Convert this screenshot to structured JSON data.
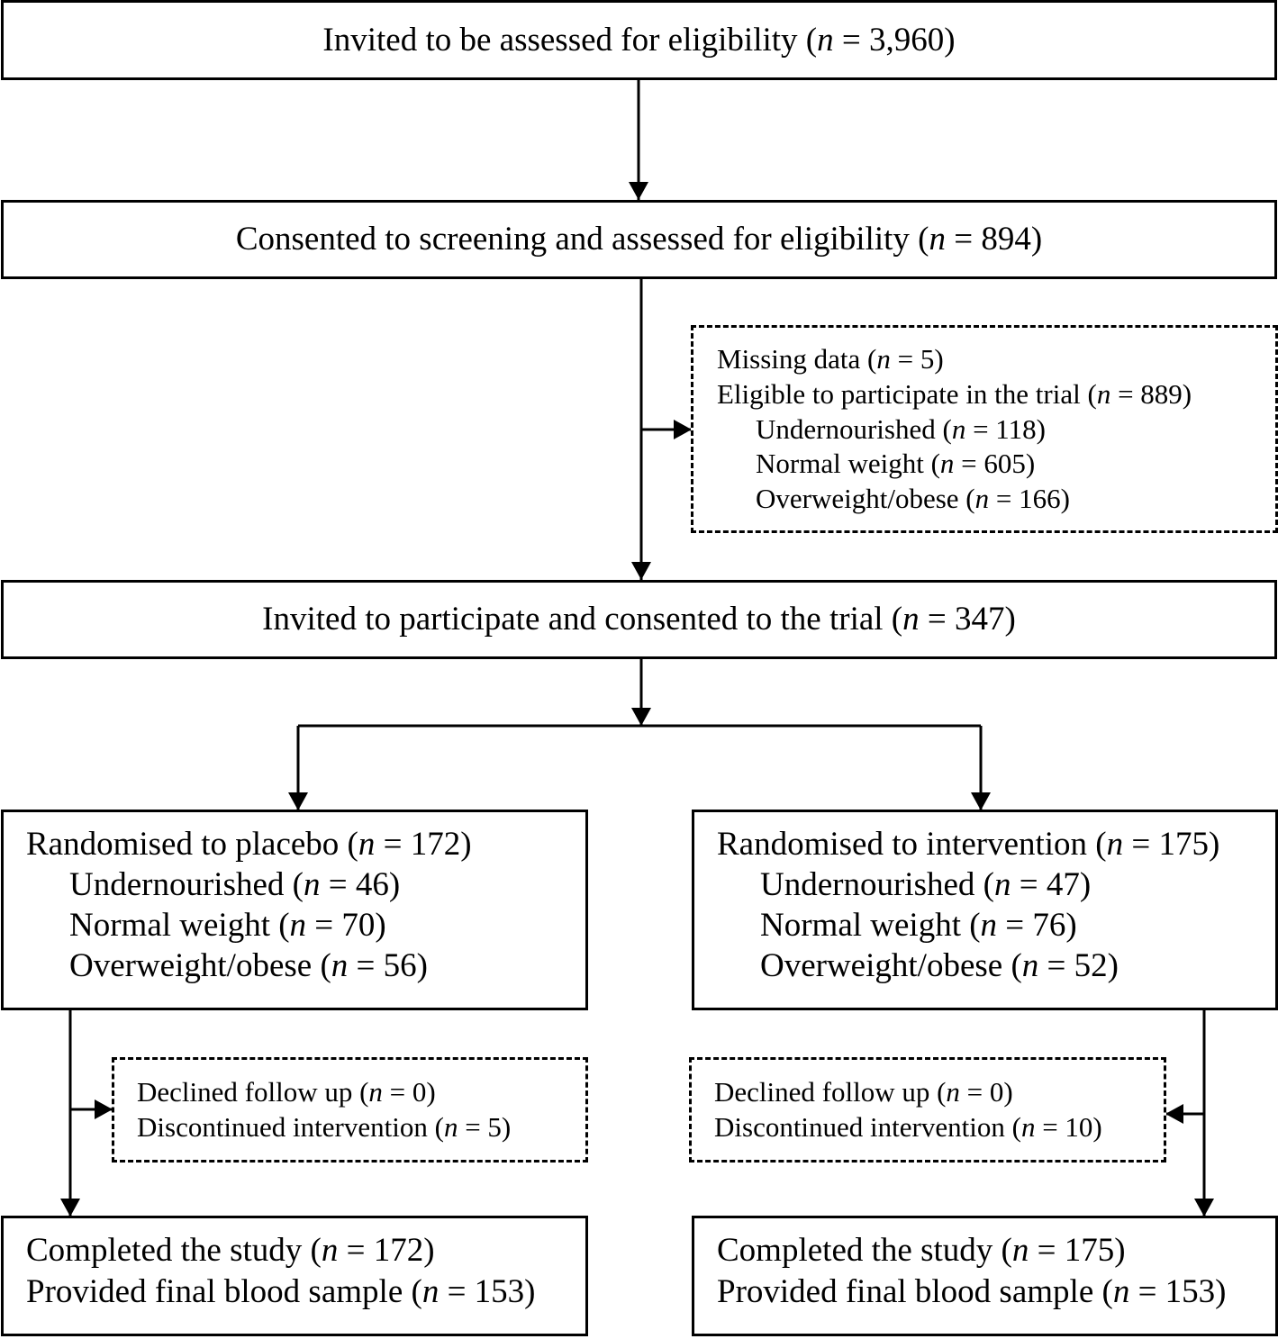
{
  "n_symbol": "n",
  "boxes": {
    "invited": {
      "pre": "Invited to be assessed for eligibility (",
      "post": " = 3,960)"
    },
    "consented_screening": {
      "pre": "Consented to screening and assessed for eligibility (",
      "post": " = 894)"
    },
    "eligibility": {
      "lines": [
        {
          "pre": "Missing data (",
          "post": " = 5)"
        },
        {
          "pre": "Eligible to participate in the trial (",
          "post": " = 889)"
        },
        {
          "pre": "Undernourished (",
          "post": " = 118)"
        },
        {
          "pre": "Normal weight (",
          "post": " = 605)"
        },
        {
          "pre": "Overweight/obese (",
          "post": " = 166)"
        }
      ]
    },
    "trial_consent": {
      "pre": "Invited to participate and consented to the trial (",
      "post": " = 347)"
    },
    "placebo": {
      "lines": [
        {
          "pre": "Randomised to placebo (",
          "post": " = 172)"
        },
        {
          "pre": "Undernourished (",
          "post": " = 46)"
        },
        {
          "pre": "Normal weight (",
          "post": " = 70)"
        },
        {
          "pre": "Overweight/obese (",
          "post": " = 56)"
        }
      ]
    },
    "intervention": {
      "lines": [
        {
          "pre": "Randomised to intervention (",
          "post": " = 175)"
        },
        {
          "pre": "Undernourished (",
          "post": " = 47)"
        },
        {
          "pre": "Normal weight (",
          "post": " = 76)"
        },
        {
          "pre": "Overweight/obese (",
          "post": " = 52)"
        }
      ]
    },
    "placebo_dropout": {
      "lines": [
        {
          "pre": "Declined follow up (",
          "post": " = 0)"
        },
        {
          "pre": "Discontinued intervention (",
          "post": " = 5)"
        }
      ]
    },
    "intervention_dropout": {
      "lines": [
        {
          "pre": "Declined follow up (",
          "post": " = 0)"
        },
        {
          "pre": "Discontinued intervention (",
          "post": " = 10)"
        }
      ]
    },
    "placebo_complete": {
      "lines": [
        {
          "pre": "Completed the study (",
          "post": " = 172)"
        },
        {
          "pre": "Provided final blood sample (",
          "post": " = 153)"
        }
      ]
    },
    "intervention_complete": {
      "lines": [
        {
          "pre": "Completed the study (",
          "post": " = 175)"
        },
        {
          "pre": "Provided final blood sample (",
          "post": " = 153)"
        }
      ]
    }
  }
}
